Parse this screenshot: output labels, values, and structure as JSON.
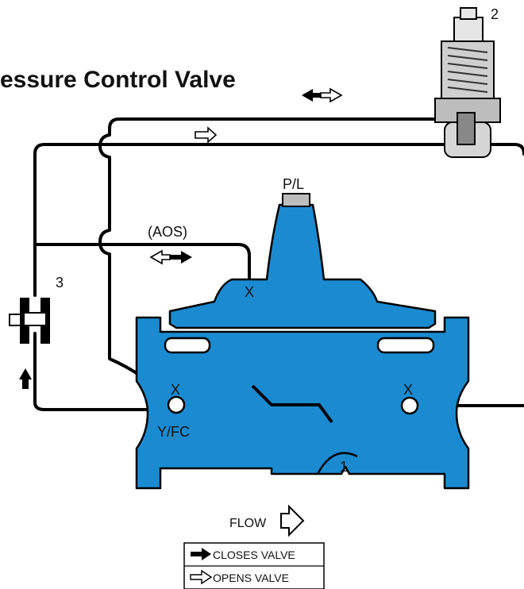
{
  "title": "essure Control Valve",
  "labels": {
    "pilot_number": "2",
    "valve_number": "1",
    "cock_number": "3",
    "pressure_plug": "P/L",
    "aos": "(AOS)",
    "port_bonnet": "X",
    "port_inlet": "X",
    "port_outlet": "X",
    "inlet_port_name": "Y/FC",
    "flow": "FLOW"
  },
  "legend": {
    "closes": "CLOSES VALVE",
    "opens": "OPENS VALVE"
  },
  "colors": {
    "valve_body": "#1a8bd1",
    "outline": "#000000",
    "pipe": "#000000",
    "pilot": "#d9d9d9"
  }
}
